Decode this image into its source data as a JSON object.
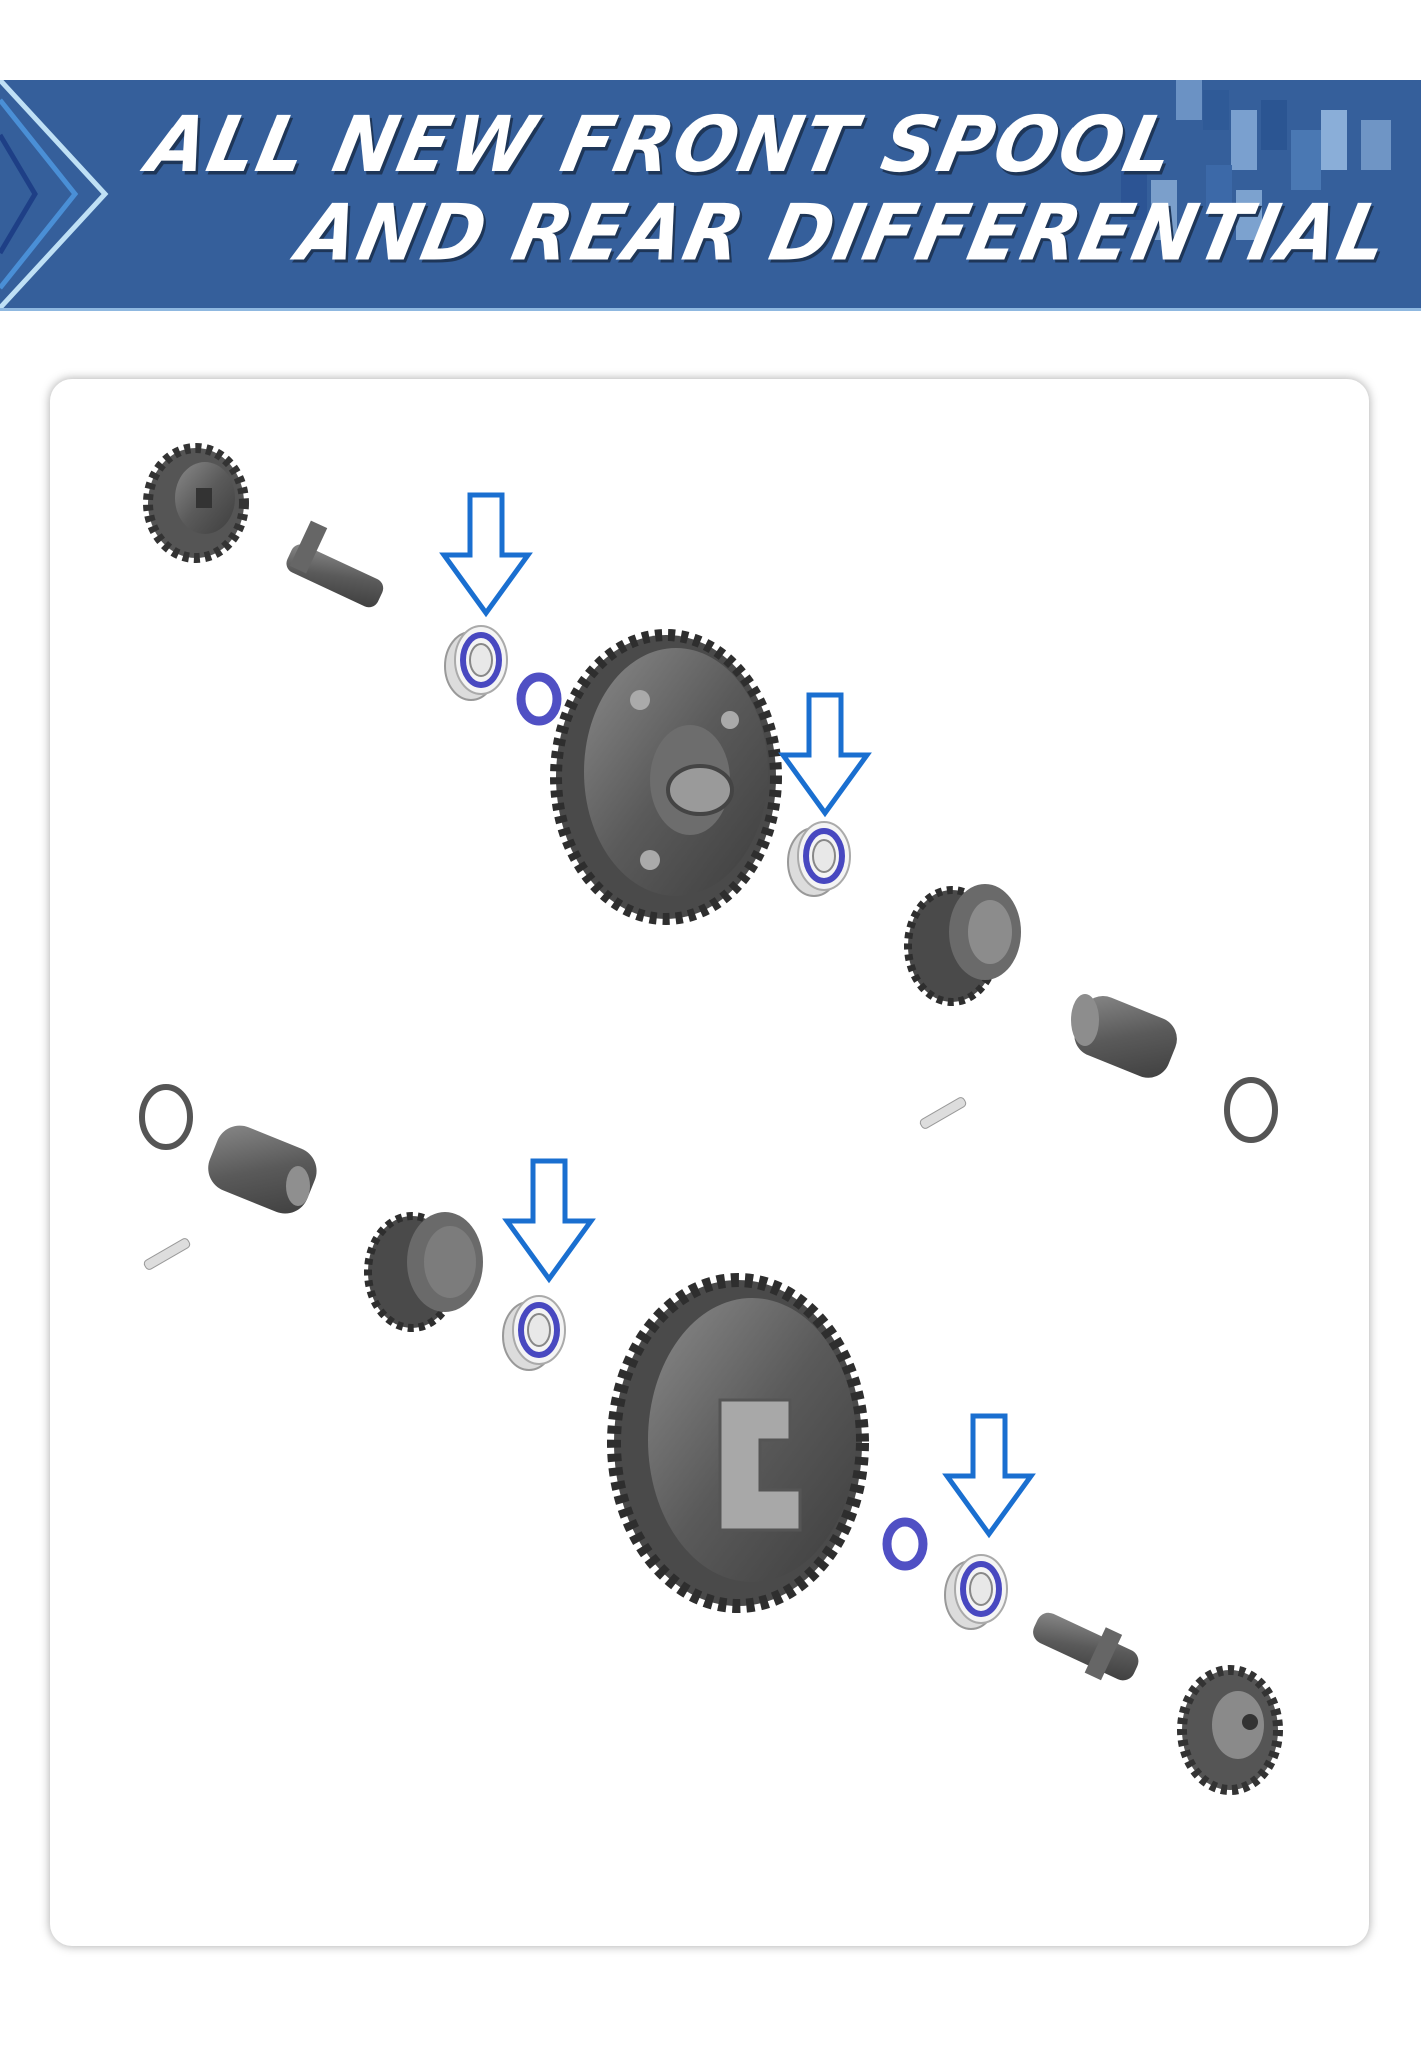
{
  "header": {
    "title_line1": "ALL NEW FRONT SPOOL",
    "title_line2": "AND REAR DIFFERENTIAL"
  },
  "colors": {
    "banner": "#355f9b",
    "arrow": "#1a6fd0",
    "bearing_seal": "#5656c8",
    "part_gray": "#5c5c5c"
  },
  "diagram": {
    "callout_arrow_count": 4
  }
}
